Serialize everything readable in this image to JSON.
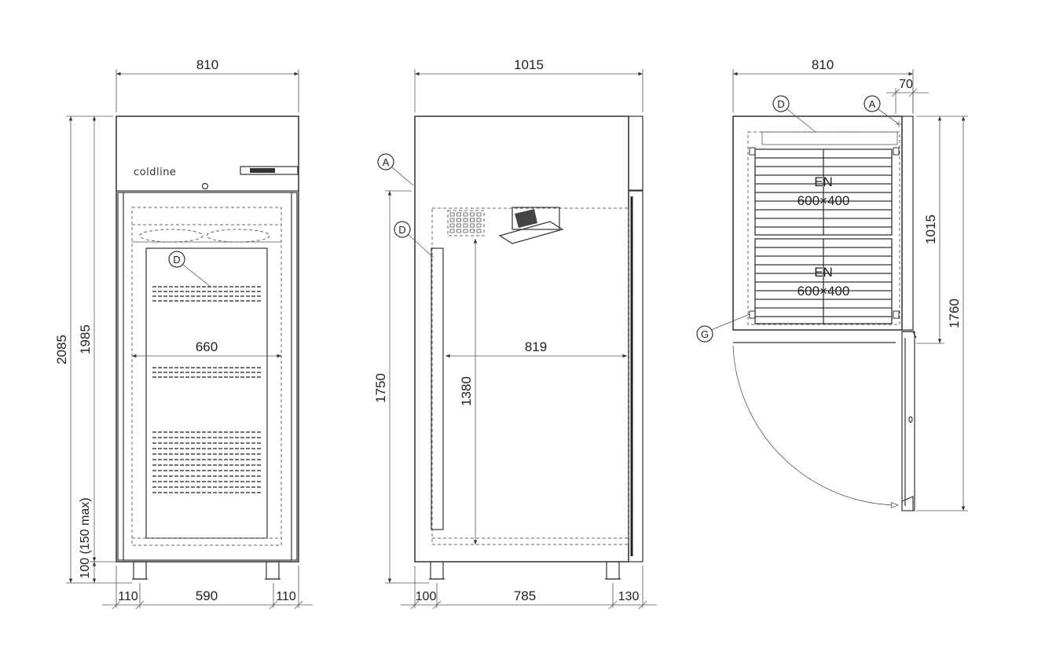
{
  "brand": "coldline",
  "front_view": {
    "overall_width": "810",
    "total_height": "2085",
    "body_height": "1985",
    "leg_height": "100 (150 max)",
    "inner_width": "660",
    "leg_offset_left": "110",
    "leg_span": "590",
    "leg_offset_right": "110",
    "callout_d": "D"
  },
  "side_view": {
    "overall_depth": "1015",
    "height_1750": "1750",
    "inner_height": "1380",
    "inner_depth": "819",
    "front_offset": "100",
    "leg_span": "785",
    "rear_offset": "130",
    "callout_a": "A",
    "callout_d": "D"
  },
  "top_view": {
    "overall_width": "810",
    "hinge_clearance": "70",
    "body_depth": "1015",
    "open_depth": "1760",
    "callout_d": "D",
    "callout_a": "A",
    "callout_g": "G",
    "tray_standard": "EN",
    "tray_size": "600×400"
  }
}
